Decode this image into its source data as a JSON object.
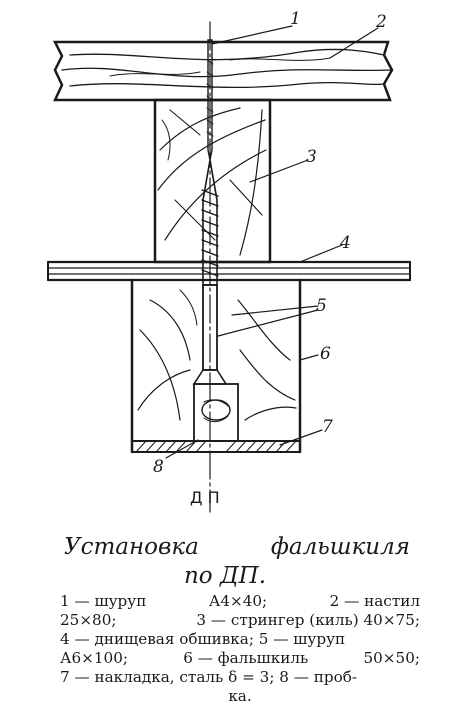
{
  "figure": {
    "callouts": [
      "1",
      "2",
      "3",
      "4",
      "5",
      "6",
      "7",
      "8"
    ],
    "centerline_label": "Д П"
  },
  "caption": {
    "title_part1": "Установка",
    "title_part2": "фальшкиля",
    "title_line2": "по ДП."
  },
  "legend": {
    "lines": [
      [
        "1 — шуруп",
        "А4×40;",
        "2 — настил"
      ],
      [
        "25×80;",
        "3 — стрингер (киль) 40×75;"
      ],
      [
        "4 — днищевая обшивка; 5 — шуруп"
      ],
      [
        "А6×100;",
        "6 — фальшкиль",
        "50×50;"
      ],
      [
        "7 — накладка, сталь δ = 3; 8 — проб-"
      ],
      [
        "ка."
      ]
    ]
  },
  "colors": {
    "ink": "#1a1a1a",
    "paper": "#ffffff"
  }
}
